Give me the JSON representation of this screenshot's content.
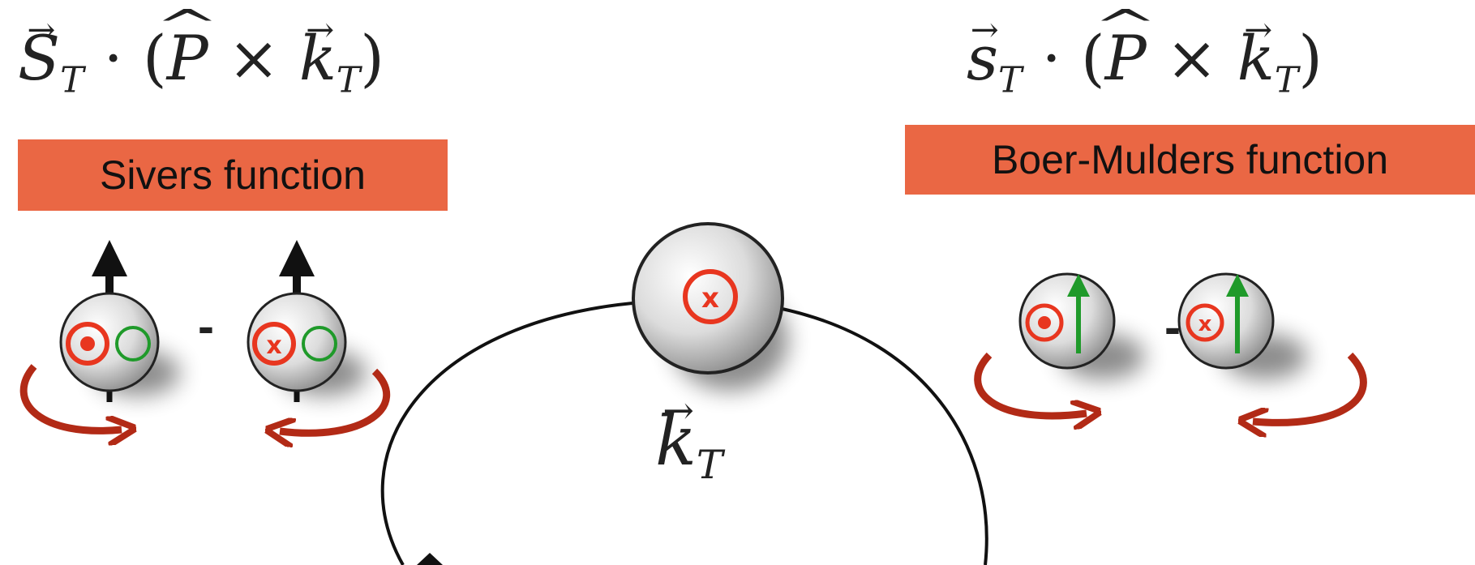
{
  "sivers": {
    "formula": {
      "vector": "S",
      "vector_sub": "T",
      "dot": "·",
      "open_paren": "(",
      "hat_var": "P",
      "times": "×",
      "k_var": "k",
      "k_sub": "T",
      "close_paren": ")"
    },
    "label": "Sivers function"
  },
  "boer_mulders": {
    "formula": {
      "vector": "s",
      "vector_sub": "T",
      "dot": "·",
      "open_paren": "(",
      "hat_var": "P",
      "times": "×",
      "k_var": "k",
      "k_sub": "T",
      "close_paren": ")"
    },
    "label": "Boer-Mulders function"
  },
  "center": {
    "kt_var": "k",
    "kt_sub": "T"
  },
  "minus_sign": "-",
  "colors": {
    "label_background": "#ea6744",
    "red_symbol": "#e8361f",
    "green_symbol": "#1f9a2a",
    "rotation_arrow": "#b22a16",
    "sphere_outline": "#222222",
    "sphere_fill": "#d8d8d8"
  }
}
